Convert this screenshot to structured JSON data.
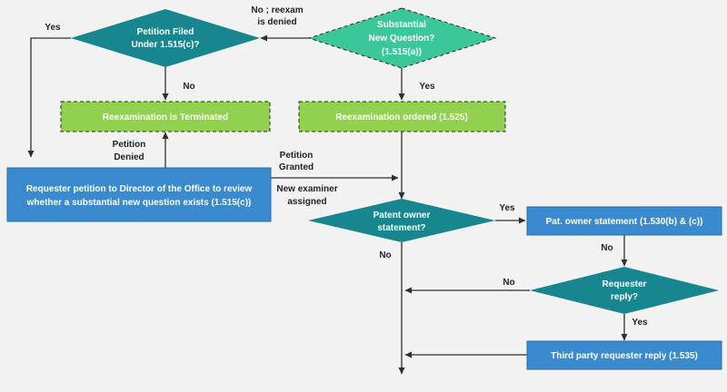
{
  "nodes": {
    "substantial_new_question": [
      "Substantial",
      "New Question?",
      "(1.515(a))"
    ],
    "petition_filed": [
      "Petition Filed",
      "Under 1.515(c)?"
    ],
    "reexam_terminated": "Reexamination is Terminated",
    "reexam_ordered": "Reexamination ordered (1.525)",
    "requester_petition": [
      "Requester petition to Director of the Office to review",
      "whether a substantial new question exists (1.515(c))"
    ],
    "patent_owner_statement_q": [
      "Patent owner",
      "statement?"
    ],
    "pat_owner_statement": "Pat. owner statement (1.530(b) & (c))",
    "requester_reply_q": [
      "Requester",
      "reply?"
    ],
    "third_party_reply": "Third party requester reply (1.535)"
  },
  "edge_labels": {
    "no_reexam_denied": [
      "No ; reexam",
      "is denied"
    ],
    "yes_petition": "Yes",
    "no_petition": "No",
    "yes_snq": "Yes",
    "petition_denied": [
      "Petition",
      "Denied"
    ],
    "petition_granted": [
      "Petition",
      "Granted"
    ],
    "new_examiner": [
      "New examiner",
      "assigned"
    ],
    "yes_po": "Yes",
    "no_po": "No",
    "no_after_statement": "No",
    "no_reply": "No",
    "yes_reply": "Yes"
  },
  "colors": {
    "teal_diamond": "#17868f",
    "green_diamond": "#3cc79b",
    "green_box": "#92d050",
    "blue_box": "#3a8ad0",
    "background": "#f2f2f2"
  }
}
